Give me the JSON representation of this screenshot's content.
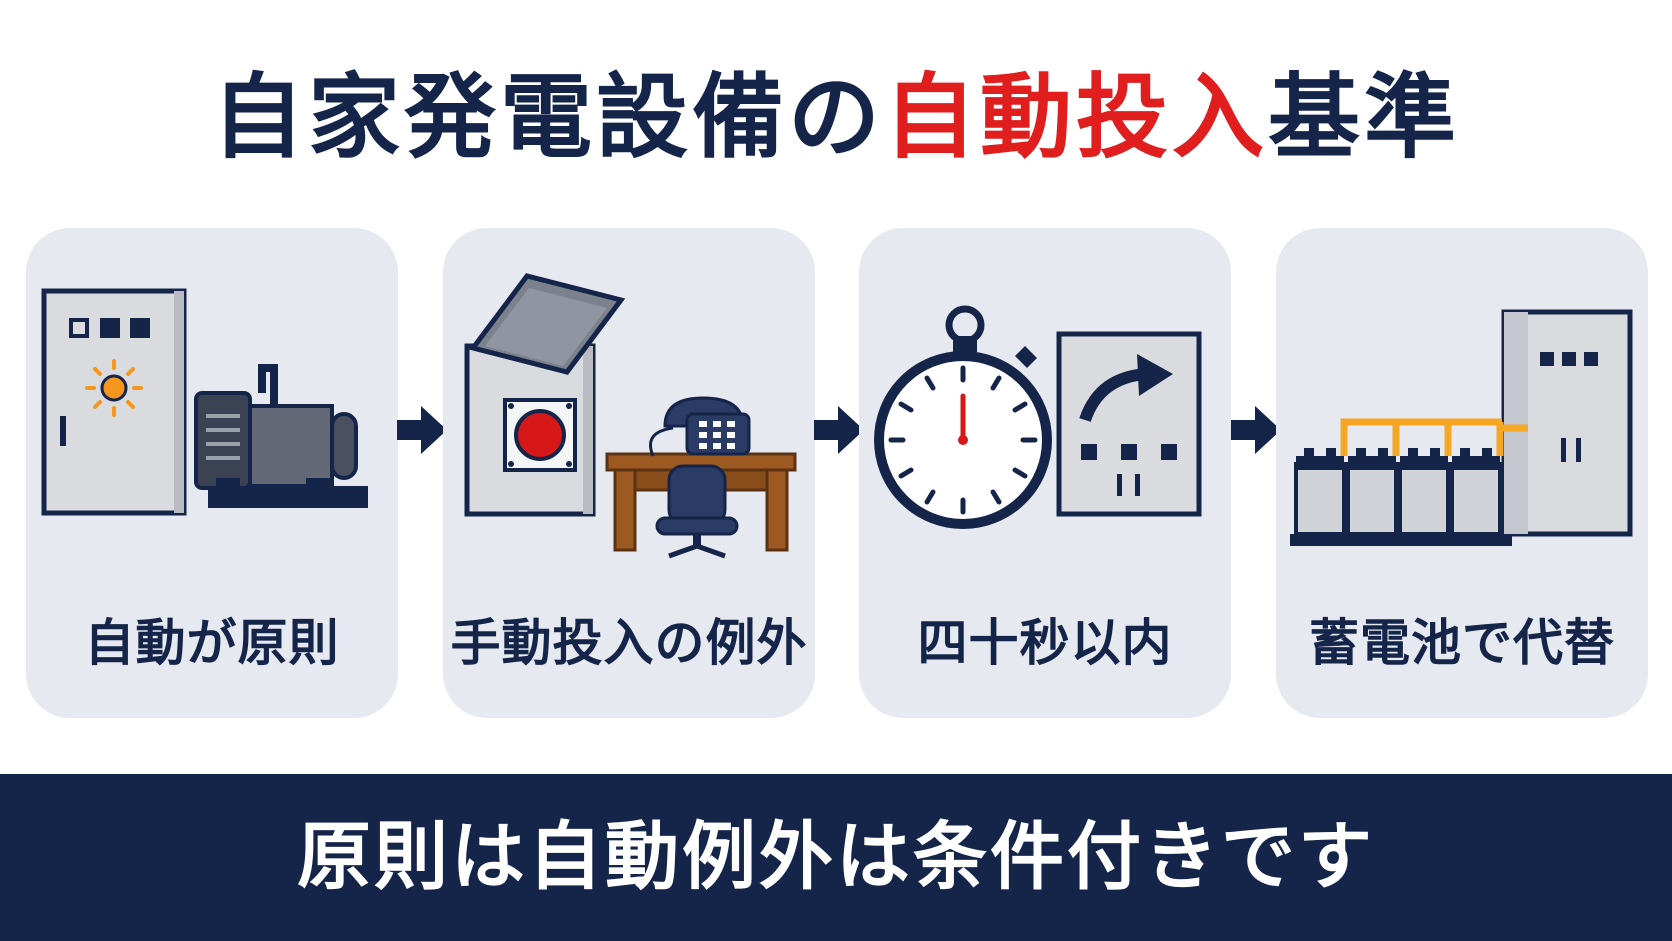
{
  "title": {
    "part1": "自家発電設備の",
    "part2": "自動投入",
    "part3": "基準"
  },
  "steps": [
    {
      "label": "自動が原則",
      "icon": "generator-panel-icon"
    },
    {
      "label": "手動投入の例外",
      "icon": "manual-switch-desk-icon"
    },
    {
      "label": "四十秒以内",
      "icon": "stopwatch-panel-icon"
    },
    {
      "label": "蓄電池で代替",
      "icon": "battery-bank-icon"
    }
  ],
  "banner": {
    "text": "原則は自動例外は条件付きです"
  },
  "colors": {
    "navy": "#15254a",
    "red": "#e01e1e",
    "card": "#e6e9ef",
    "orange": "#f5a623"
  }
}
